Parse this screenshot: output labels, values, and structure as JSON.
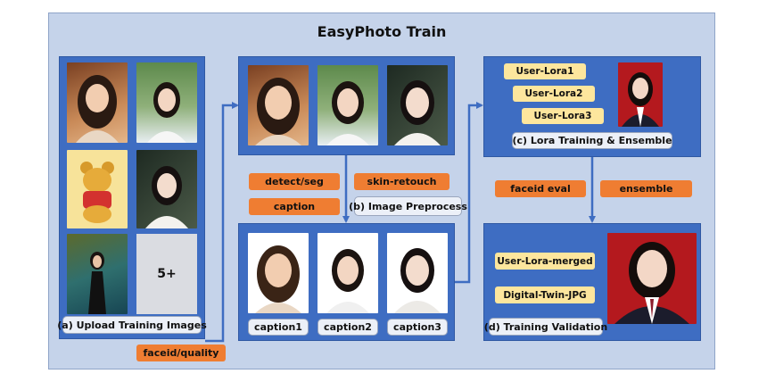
{
  "title": "EasyPhoto Train",
  "panels": {
    "upload": {
      "label": "(a) Upload Training Images",
      "more": "5+"
    },
    "preprocess": {
      "label": "(b) Image Preprocess"
    },
    "captions": {
      "items": [
        "caption1",
        "caption2",
        "caption3"
      ]
    },
    "lora": {
      "label": "(c) Lora Training & Ensemble",
      "models": [
        "User-Lora1",
        "User-Lora2",
        "User-Lora3"
      ]
    },
    "validation": {
      "label": "(d) Training Validation",
      "outputs": [
        "User-Lora-merged",
        "Digital-Twin-JPG"
      ]
    }
  },
  "operations": {
    "faceid_quality": "faceid/quality",
    "detect_seg": "detect/seg",
    "skin_retouch": "skin-retouch",
    "caption": "caption",
    "faceid_eval": "faceid eval",
    "ensemble": "ensemble"
  },
  "colors": {
    "panel_blue": "#3e6dc2",
    "background": "#c5d3ea",
    "operation_orange": "#ef7d32",
    "model_yellow": "#fde69d"
  }
}
